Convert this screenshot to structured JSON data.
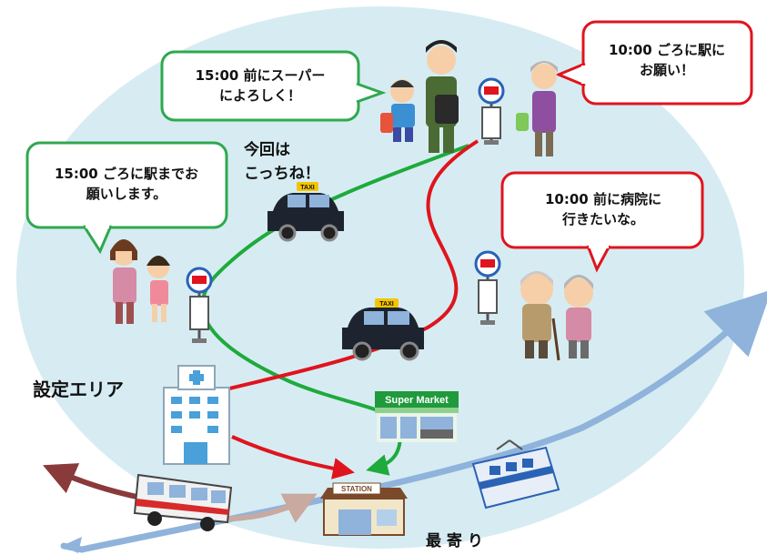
{
  "bubbles": {
    "supermarket_request": "15:00 前にスーパー\nによろしく！",
    "station_request_top": "10:00 ごろに駅に\nお願い！",
    "station_request_left": "15:00 ごろに駅までお\n願いします。",
    "hospital_request": "10:00 前に病院に\n行きたいな。"
  },
  "labels": {
    "this_time": "今回は\nこっちね！",
    "service_area": "設定エリア",
    "nearest": "最 寄 り",
    "taxi_sign": "TAXI",
    "supermarket_sign": "Super Market",
    "station_sign": "STATION"
  },
  "colors": {
    "area": "#d6ecf2",
    "green_route": "#1faa3c",
    "red_route": "#e0141e",
    "bubble_green": "#2fa84f",
    "bubble_red": "#e0141e",
    "rail_arrow": "#8fb3db",
    "bus_arrow_dark": "#8a3a3a",
    "bus_arrow_light": "#c9a9a0"
  }
}
